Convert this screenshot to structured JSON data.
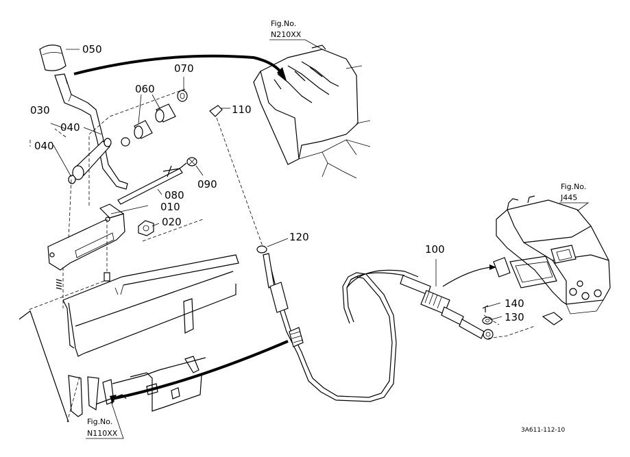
{
  "callouts": {
    "p050": "050",
    "p070": "070",
    "p060": "060",
    "p030": "030",
    "p040a": "040",
    "p040b": "040",
    "p110": "110",
    "p090": "090",
    "p080": "080",
    "p010": "010",
    "p020": "020",
    "p120": "120",
    "p100": "100",
    "p140": "140",
    "p130": "130"
  },
  "figure_refs": {
    "top": {
      "label": "Fig.No.",
      "code": "N210XX"
    },
    "right": {
      "label": "Fig.No.",
      "code": "J445"
    },
    "bottom": {
      "label": "Fig.No.",
      "code": "N110XX"
    }
  },
  "drawing_code": "3A611-112-10"
}
